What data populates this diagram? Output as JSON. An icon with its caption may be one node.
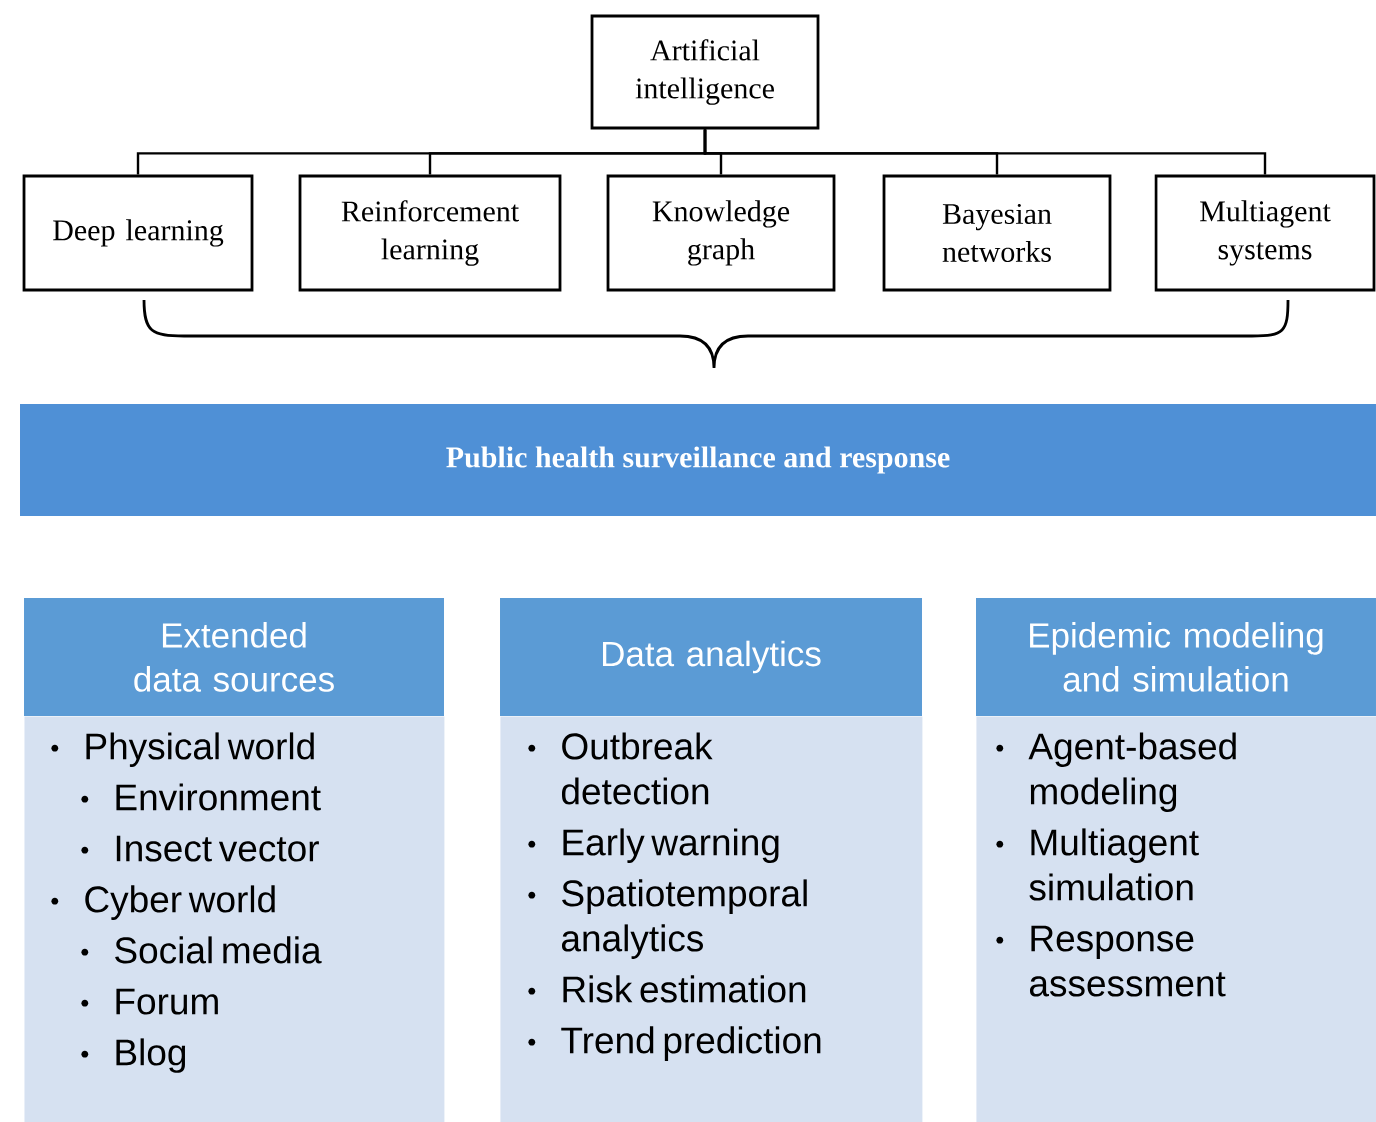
{
  "diagram": {
    "nodes": [
      {
        "text": [
          "Artificial intelligence"
        ]
      },
      {
        "text": [
          "Deep learning"
        ]
      },
      {
        "text": [
          "Reinforcement learning"
        ]
      },
      {
        "text": [
          "Knowledge graph"
        ]
      },
      {
        "text": [
          "Bayesian networks"
        ]
      },
      {
        "text": [
          "Multiagent systems"
        ]
      },
      {
        "text": [
          "Public health surveillance and response"
        ]
      },
      {
        "text": [
          "Extended data sources"
        ]
      },
      {
        "text": [
          "Physical world",
          "Environment",
          "Insect vector",
          "Cyber world",
          "Social media",
          "Forum",
          "Blog"
        ]
      },
      {
        "text": [
          "Data analytics"
        ]
      },
      {
        "text": [
          "Outbreak detection",
          "Early warning",
          "Spatiotemporal analytics",
          "Risk estimation",
          "Trend prediction"
        ]
      },
      {
        "text": [
          "Epidemic modeling and simulation"
        ]
      },
      {
        "text": [
          "Agent-based modeling",
          "Multiagent simulation",
          "Response assessment"
        ]
      }
    ],
    "edges": [
      {
        "from": 0,
        "to": 1,
        "arrow": "none"
      },
      {
        "from": 0,
        "to": 2,
        "arrow": "none"
      },
      {
        "from": 0,
        "to": 3,
        "arrow": "none"
      },
      {
        "from": 0,
        "to": 4,
        "arrow": "none"
      },
      {
        "from": 0,
        "to": 5,
        "arrow": "none"
      }
    ]
  }
}
